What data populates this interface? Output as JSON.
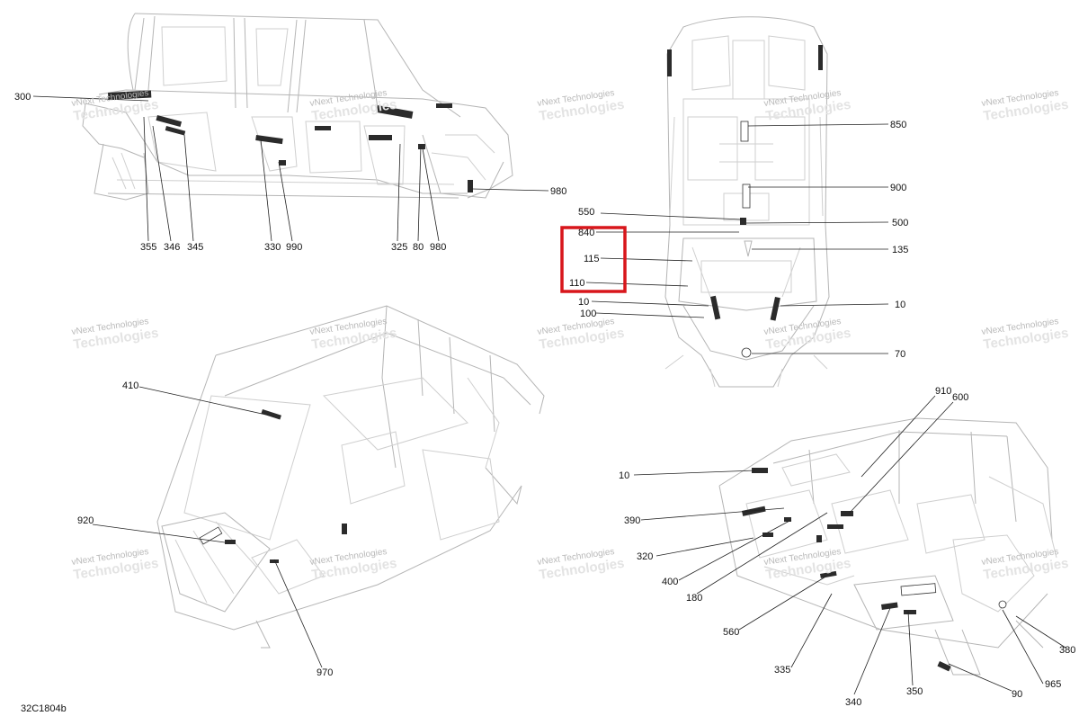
{
  "document_id": "32C1804b",
  "watermark": {
    "line1": "vNext Technologies",
    "line2": "Technologies"
  },
  "highlight_color": "#d8161b",
  "side_view": {
    "callouts": [
      "300",
      "355",
      "346",
      "345",
      "330",
      "990",
      "325",
      "80",
      "980",
      "980"
    ]
  },
  "top_view": {
    "callouts": [
      "850",
      "900",
      "550",
      "500",
      "840",
      "135",
      "115",
      "110",
      "10",
      "10",
      "100",
      "70"
    ]
  },
  "front_iso_view": {
    "callouts": [
      "410",
      "920",
      "970"
    ]
  },
  "rear_iso_view": {
    "callouts": [
      "910",
      "600",
      "10",
      "390",
      "320",
      "400",
      "180",
      "560",
      "335",
      "340",
      "350",
      "90",
      "965",
      "380"
    ]
  }
}
